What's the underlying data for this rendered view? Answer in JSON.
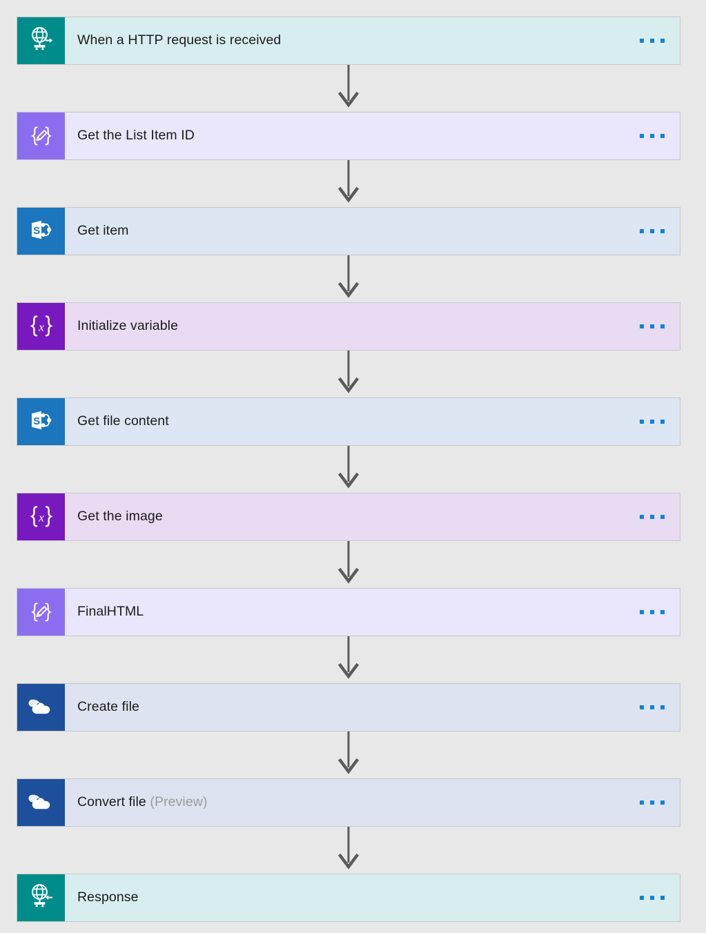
{
  "canvas": {
    "background_color": "#e8e8e8",
    "accent_color": "#1083d6",
    "title_color": "#1b1b1b",
    "connector_color": "#5a5a5a"
  },
  "flow": {
    "steps": [
      {
        "title": "When a HTTP request is received",
        "suffix": "",
        "icon": "http-request-globe-out-icon",
        "connector": "request",
        "icon_color": "#018c8c",
        "body_color": "#d8eeee",
        "menu": "more-commands"
      },
      {
        "title": "Get the List Item ID",
        "suffix": "",
        "icon": "compose-braces-pencil-icon",
        "connector": "compose",
        "icon_color": "#8b6ef0",
        "body_color": "#eae6fb",
        "menu": "more-commands"
      },
      {
        "title": "Get item",
        "suffix": "",
        "icon": "sharepoint-icon",
        "connector": "sharepoint",
        "icon_color": "#1b76bd",
        "body_color": "#dce7f3",
        "menu": "more-commands"
      },
      {
        "title": "Initialize variable",
        "suffix": "",
        "icon": "variables-braces-x-icon",
        "connector": "variable",
        "icon_color": "#7719bf",
        "body_color": "#e8dbf2",
        "menu": "more-commands"
      },
      {
        "title": "Get file content",
        "suffix": "",
        "icon": "sharepoint-icon",
        "connector": "sharepoint",
        "icon_color": "#1b76bd",
        "body_color": "#dce7f3",
        "menu": "more-commands"
      },
      {
        "title": "Get the image",
        "suffix": "",
        "icon": "variables-braces-x-icon",
        "connector": "variable",
        "icon_color": "#7719bf",
        "body_color": "#e8dbf2",
        "menu": "more-commands"
      },
      {
        "title": "FinalHTML",
        "suffix": "",
        "icon": "compose-braces-pencil-icon",
        "connector": "compose",
        "icon_color": "#8b6ef0",
        "body_color": "#eae6fb",
        "menu": "more-commands"
      },
      {
        "title": "Create file",
        "suffix": "",
        "icon": "onedrive-cloud-icon",
        "connector": "onedrive",
        "icon_color": "#1e4f9c",
        "body_color": "#dde3f0",
        "menu": "more-commands"
      },
      {
        "title": "Convert file",
        "suffix": "(Preview)",
        "icon": "onedrive-cloud-icon",
        "connector": "onedrive",
        "icon_color": "#1e4f9c",
        "body_color": "#dde3f0",
        "menu": "more-commands"
      },
      {
        "title": "Response",
        "suffix": "",
        "icon": "http-response-globe-in-icon",
        "connector": "request",
        "icon_color": "#018c8c",
        "body_color": "#d8eeee",
        "menu": "more-commands"
      }
    ]
  }
}
